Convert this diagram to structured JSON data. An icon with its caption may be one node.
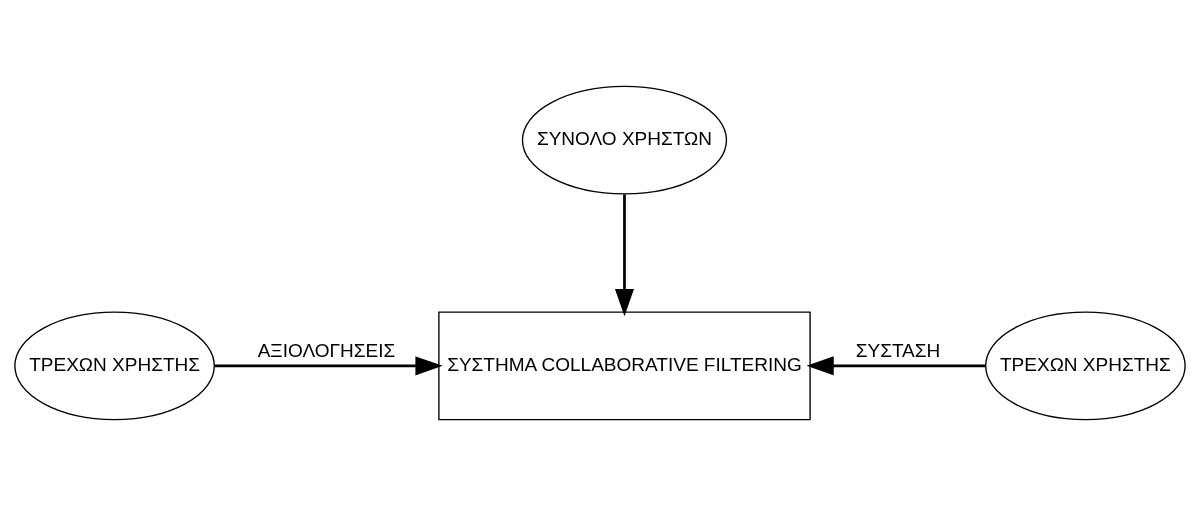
{
  "diagram": {
    "nodes": [
      {
        "text": [
          "ΣΥΝΟΛΟ ΧΡΗΣΤΩΝ"
        ]
      },
      {
        "text": [
          "ΤΡΕΧΩΝ ΧΡΗΣΤΗΣ"
        ]
      },
      {
        "text": [
          "ΣΥΣΤΗΜΑ COLLABORATIVE FILTERING"
        ]
      },
      {
        "text": [
          "ΤΡΕΧΩΝ ΧΡΗΣΤΗΣ"
        ]
      }
    ],
    "edges": [
      {
        "from": 0,
        "to": 2,
        "arrow": "to"
      },
      {
        "from": 1,
        "to": 2,
        "arrow": "to",
        "label": "ΑΞΙΟΛΟΓΗΣΕΙΣ"
      },
      {
        "from": 3,
        "to": 2,
        "arrow": "to",
        "label": "ΣΥΣΤΑΣΗ"
      }
    ]
  }
}
